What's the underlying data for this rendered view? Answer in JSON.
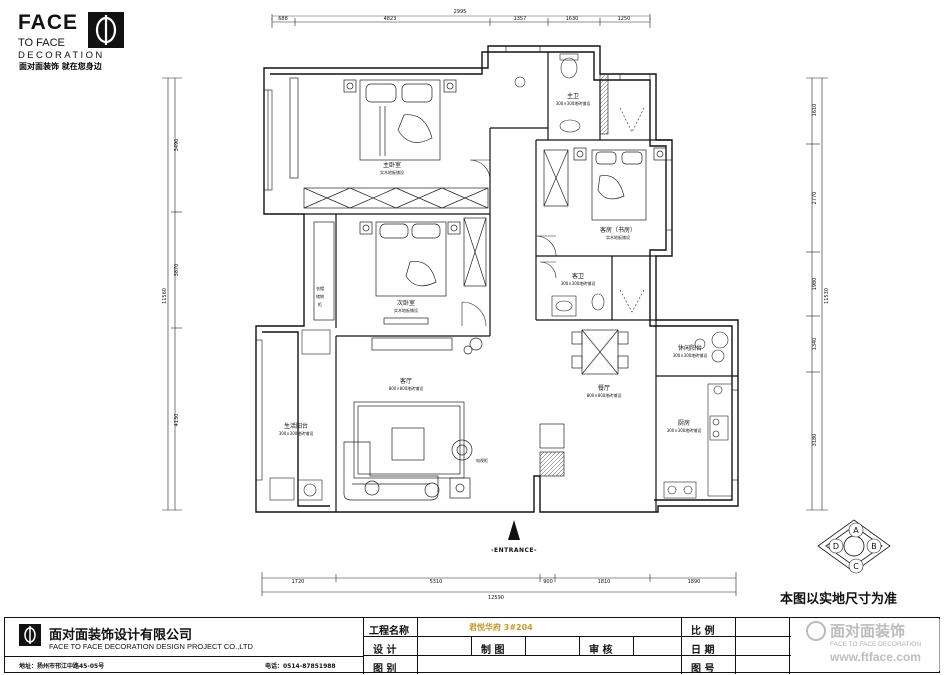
{
  "brand": {
    "line1": "FACE",
    "line2": "TO FACE",
    "line3": "DECORATION",
    "slogan": "面对面装饰 就在您身边"
  },
  "dimensions": {
    "top": [
      "688",
      "4823",
      "2995",
      "1357",
      "1630",
      "1250"
    ],
    "bottom": [
      "1720",
      "5310",
      "900",
      "1810",
      "1890"
    ],
    "bottom_total": "12590",
    "left": [
      "3490",
      "3870",
      "11560",
      "4130"
    ],
    "right": [
      "1610",
      "2770",
      "1980",
      "1340",
      "3180",
      "11530"
    ]
  },
  "rooms": [
    {
      "name": "主卧室",
      "floor": "实木地板铺设"
    },
    {
      "name": "主卫",
      "floor": "300×300地砖铺设"
    },
    {
      "name": "次卧室",
      "floor": "实木地板铺设"
    },
    {
      "name": "客房（书房）",
      "floor": "实木地板铺设"
    },
    {
      "name": "客卫",
      "floor": "300×300地砖铺设"
    },
    {
      "name": "客厅",
      "floor": "800×800地砖铺设"
    },
    {
      "name": "餐厅",
      "floor": "800×800地砖铺设"
    },
    {
      "name": "休闲阳台",
      "floor": "300×300地砖铺设"
    },
    {
      "name": "生活阳台",
      "floor": "300×300地砖铺设"
    },
    {
      "name": "厨房",
      "floor": "300×300地砖铺设"
    }
  ],
  "closet": [
    "衣帽",
    "储物",
    "柜"
  ],
  "entrance": "-ENTRANCE-",
  "tv_label": "电视柜",
  "compass": [
    "A",
    "B",
    "C",
    "D"
  ],
  "note": "本图以实地尺寸为准",
  "title_block": {
    "company_cn": "面对面装饰设计有限公司",
    "company_en": "FACE TO FACE DECORATION DESIGN PROJECT CO.,LTD",
    "address": "地址：扬州市邗江中路45-05号",
    "phone": "电话：0514-87851988",
    "project_label": "工程名称",
    "project_value": "君悦华府  3#204",
    "design_label": "设    计",
    "draw_label": "制    图",
    "review_label": "审    核",
    "sheet_label": "图    别",
    "scale_label": "比    例",
    "date_label": "日    期",
    "no_label": "图    号"
  },
  "watermark": {
    "cn": "面对面装饰",
    "en": "FACE TO FACE DECORATION",
    "url": "www.ftface.com"
  }
}
